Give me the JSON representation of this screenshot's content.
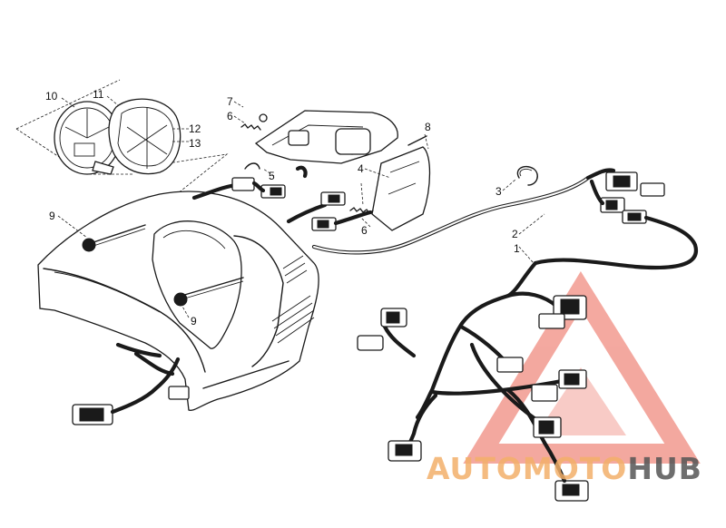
{
  "diagram": {
    "callouts": [
      {
        "id": "c1",
        "text": "1"
      },
      {
        "id": "c2",
        "text": "2"
      },
      {
        "id": "c3",
        "text": "3"
      },
      {
        "id": "c4",
        "text": "4"
      },
      {
        "id": "c5",
        "text": "5"
      },
      {
        "id": "c6a",
        "text": "6"
      },
      {
        "id": "c6b",
        "text": "6"
      },
      {
        "id": "c7",
        "text": "7"
      },
      {
        "id": "c8",
        "text": "8"
      },
      {
        "id": "c9a",
        "text": "9"
      },
      {
        "id": "c9b",
        "text": "9"
      },
      {
        "id": "c10",
        "text": "10"
      },
      {
        "id": "c11",
        "text": "11"
      },
      {
        "id": "c12",
        "text": "12"
      },
      {
        "id": "c13",
        "text": "13"
      }
    ]
  },
  "watermark": {
    "part1": "AUTOMOTO",
    "part2": "HUB",
    "colors": {
      "accent": "#f07a6a",
      "triangle": "#f08c80",
      "hub": "#555555",
      "yellow": "#f3c56a"
    }
  }
}
